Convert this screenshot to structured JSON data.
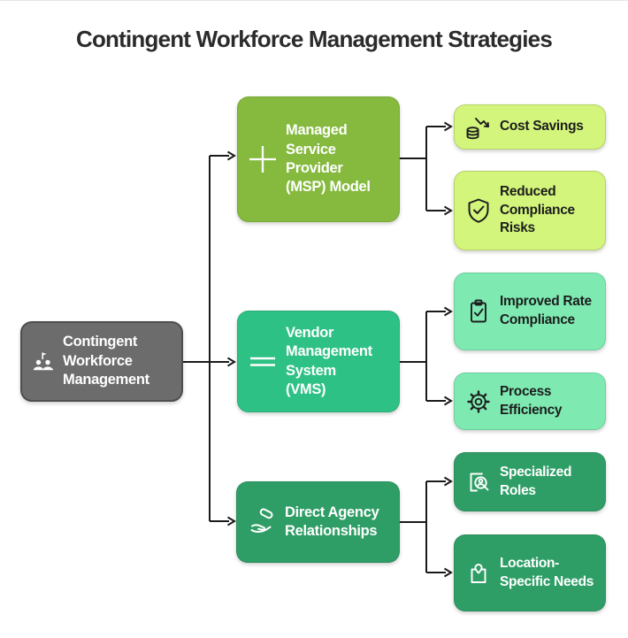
{
  "title": "Contingent Workforce Management Strategies",
  "palette": {
    "root_bg": "#6c6c6c",
    "msp_bg": "#85ba3f",
    "msp_outcome_bg": "#d3f57b",
    "vms_bg": "#2ec185",
    "vms_outcome_bg": "#7eeab2",
    "direct_bg": "#2f9e66",
    "direct_outcome_bg": "#2f9e66",
    "connector": "#1a1a1a",
    "title_color": "#2b2b2b"
  },
  "root": {
    "label": "Contingent Workforce Management",
    "icon": "workforce-team-icon"
  },
  "strategies": [
    {
      "label": "Managed Service Provider (MSP) Model",
      "icon": "plus-icon",
      "color": "#85ba3f",
      "outcomes": [
        {
          "label": "Cost Savings",
          "icon": "coins-decline-icon",
          "color": "#d3f57b"
        },
        {
          "label": "Reduced Compliance Risks",
          "icon": "shield-check-icon",
          "color": "#d3f57b"
        }
      ]
    },
    {
      "label": "Vendor Management System (VMS)",
      "icon": "equals-icon",
      "color": "#2ec185",
      "outcomes": [
        {
          "label": "Improved Rate Compliance",
          "icon": "clipboard-check-icon",
          "color": "#7eeab2"
        },
        {
          "label": "Process Efficiency",
          "icon": "gear-icon",
          "color": "#7eeab2"
        }
      ]
    },
    {
      "label": "Direct Agency Relationships",
      "icon": "hand-receiver-icon",
      "color": "#2f9e66",
      "outcomes": [
        {
          "label": "Specialized Roles",
          "icon": "candidate-search-icon",
          "color": "#2f9e66"
        },
        {
          "label": "Location-Specific Needs",
          "icon": "location-pin-icon",
          "color": "#2f9e66"
        }
      ]
    }
  ]
}
